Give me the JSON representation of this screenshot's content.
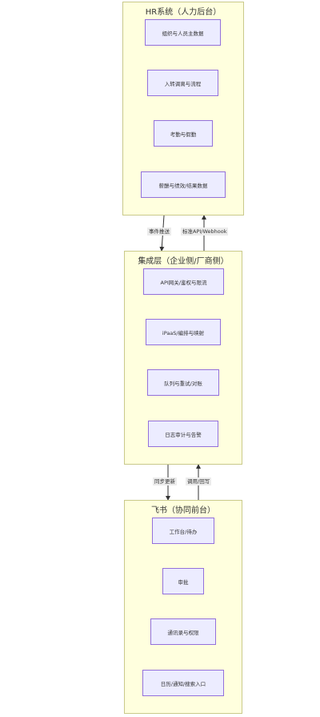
{
  "clusters": {
    "hr": {
      "title": "HR系统（人力后台）",
      "nodes": [
        "组织与人员主数据",
        "入转调离与流程",
        "考勤与假勤",
        "薪酬与绩效/结果数据"
      ]
    },
    "integration": {
      "title": "集成层（企业侧/厂商侧）",
      "nodes": [
        "API网关/鉴权与限流",
        "iPaaS/编排与映射",
        "队列与重试/对账",
        "日志审计与告警"
      ]
    },
    "feishu": {
      "title": "飞书（协同前台）",
      "nodes": [
        "工作台/待办",
        "审批",
        "通讯录与权限",
        "日历/通知/搜索入口"
      ]
    }
  },
  "edges": {
    "hr_to_integration": "事件推送",
    "integration_to_hr": "标准API/Webhook",
    "integration_to_feishu": "同步更新",
    "feishu_to_integration": "调用/回写"
  },
  "colors": {
    "cluster_fill": "#ffffde",
    "cluster_border": "#c9c98a",
    "node_fill": "#ececff",
    "node_border": "#9370db",
    "edge": "#333333"
  }
}
